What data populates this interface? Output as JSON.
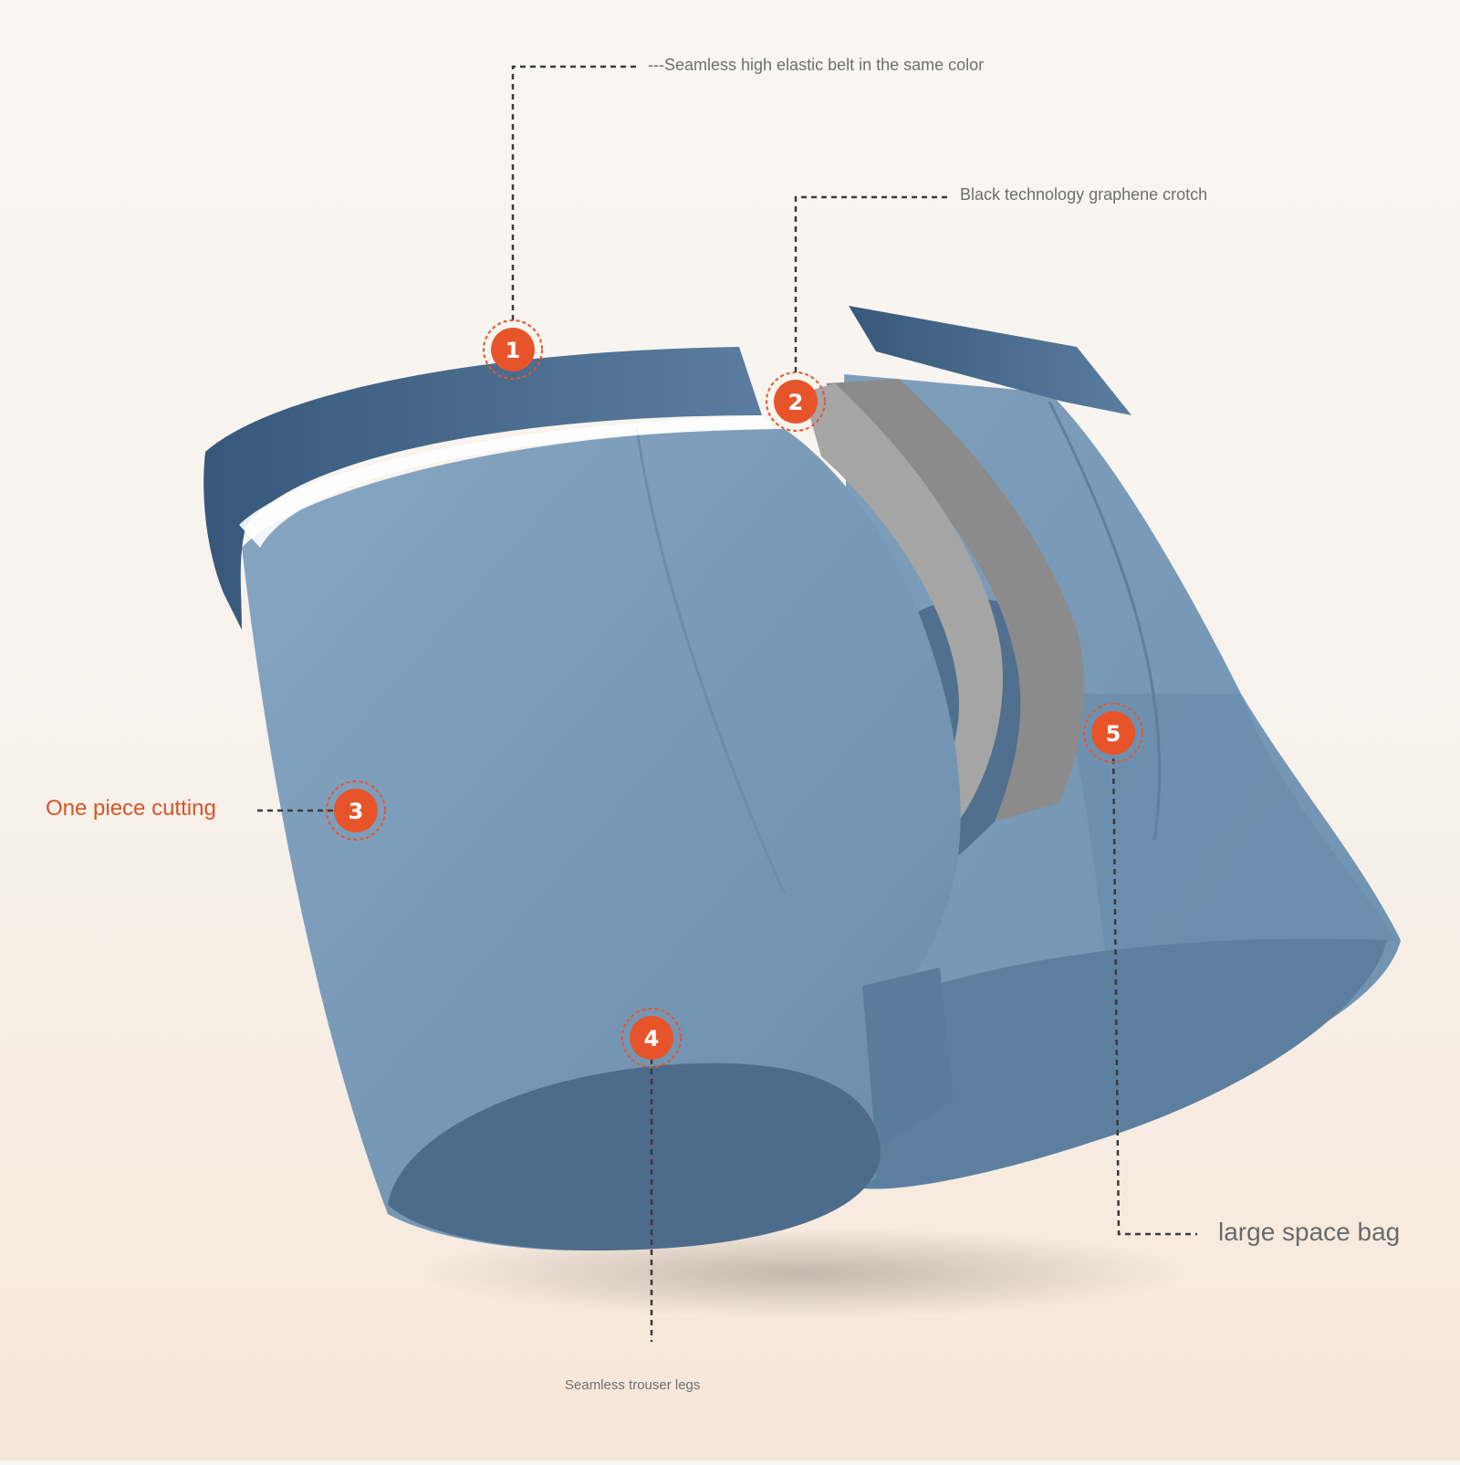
{
  "colors": {
    "accent": "#e8542a",
    "fabric_light": "#7fa0bd",
    "fabric_mid": "#6a8cab",
    "fabric_dark": "#4a6988",
    "belt": "#3f5f82",
    "graphene": "#8f8f8f",
    "leader_line": "#3a3a3a"
  },
  "callouts": [
    {
      "number": "1",
      "text": "---Seamless high elastic belt in the same color"
    },
    {
      "number": "2",
      "text": "Black technology graphene crotch"
    },
    {
      "number": "3",
      "text": "One piece cutting"
    },
    {
      "number": "4",
      "text": "Seamless trouser legs"
    },
    {
      "number": "5",
      "text": "large space bag"
    }
  ]
}
